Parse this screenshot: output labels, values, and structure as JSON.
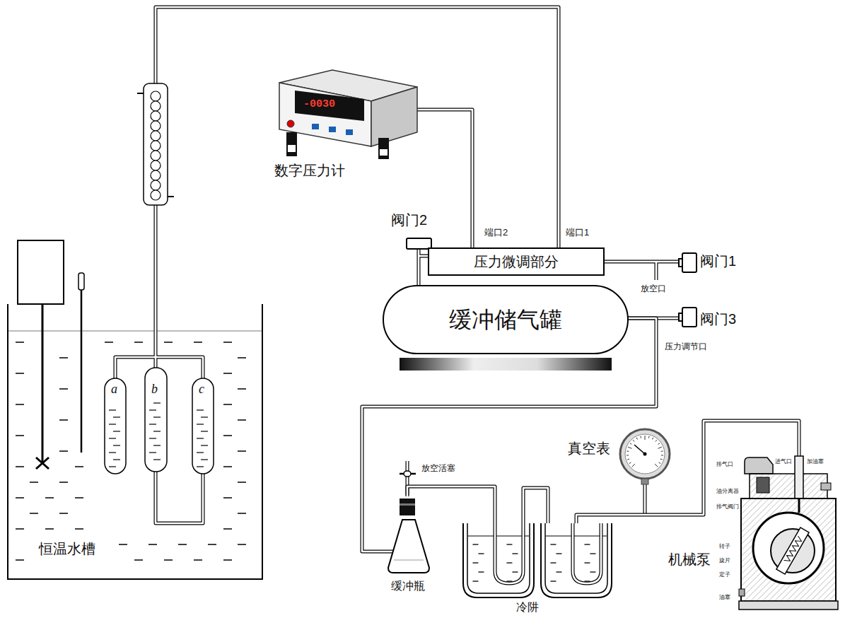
{
  "diagram": {
    "nodes": [
      {
        "text": [
          "-0030",
          "数字压力计"
        ]
      },
      {
        "text": [
          "压力微调部分"
        ]
      },
      {
        "text": [
          "缓冲储气罐"
        ]
      },
      {
        "text": [
          "恒温水槽"
        ]
      },
      {
        "text": [
          "真空表"
        ]
      },
      {
        "text": [
          "缓冲瓶"
        ]
      },
      {
        "text": [
          "冷阱"
        ]
      },
      {
        "text": [
          "机械泵"
        ]
      }
    ],
    "edges": [
      {
        "from": 0,
        "to": 1,
        "arrow": "none"
      },
      {
        "from": 2,
        "to": 5,
        "arrow": "none"
      },
      {
        "from": 5,
        "to": 6,
        "arrow": "none"
      },
      {
        "from": 6,
        "to": 7,
        "arrow": "none"
      }
    ],
    "labels": [
      "阀门2",
      "端口2",
      "端口1",
      "阀门1",
      "放空口",
      "阀门3",
      "压力调节口",
      "a",
      "b",
      "c",
      "放空活塞",
      "排气口",
      "油分离器",
      "排气阀门",
      "转子",
      "旋片",
      "定子",
      "油塞",
      "进气口",
      "加油塞"
    ]
  }
}
